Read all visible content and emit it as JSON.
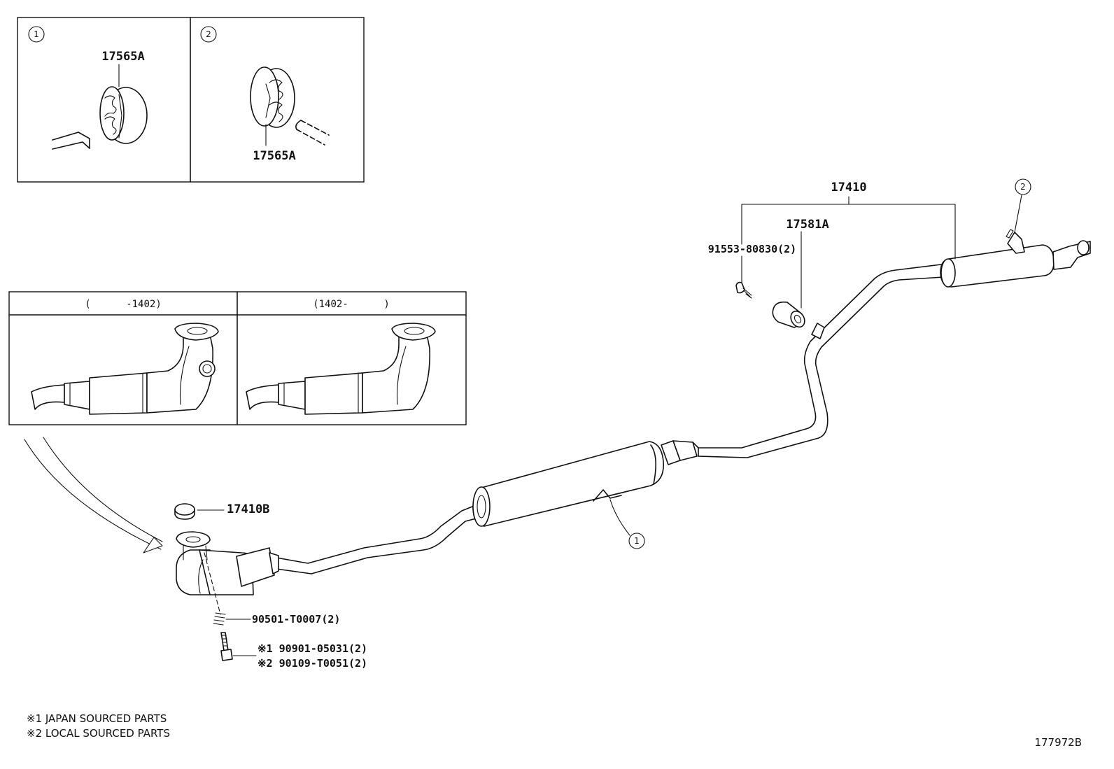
{
  "inset_top": {
    "panels": [
      {
        "callout": "1",
        "part": "17565A"
      },
      {
        "callout": "2",
        "part": "17565A"
      }
    ]
  },
  "inset_variants": {
    "headers": [
      "(      -1402)",
      "(1402-      )"
    ]
  },
  "parts": {
    "p17410": "17410",
    "p17581A": "17581A",
    "p91553": "91553-80830(2)",
    "p17410B": "17410B",
    "p90501": "90501-T0007(2)",
    "p90901": "※1 90901-05031(2)",
    "p90109": "※2 90109-T0051(2)"
  },
  "callouts": {
    "c1": "1",
    "c2": "2"
  },
  "notes": [
    "※1  JAPAN SOURCED PARTS",
    "※2  LOCAL SOURCED PARTS"
  ],
  "drawing_id": "177972B"
}
